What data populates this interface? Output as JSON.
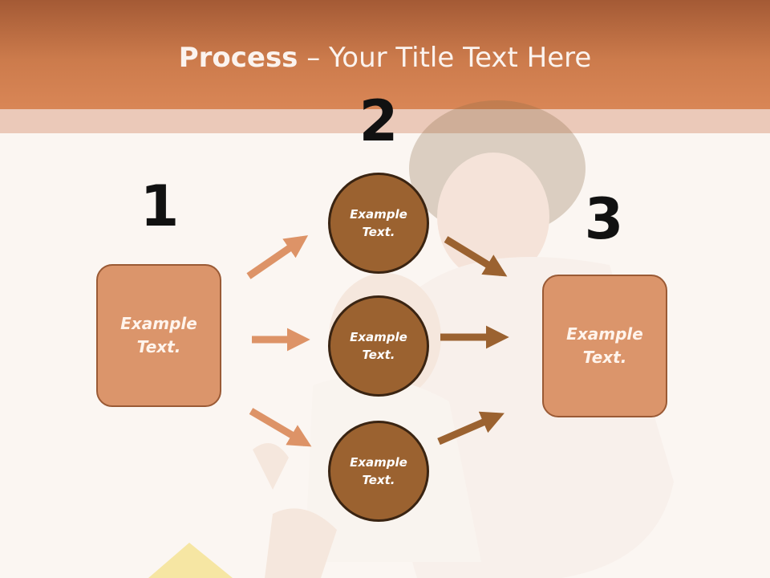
{
  "title": {
    "bold": "Process",
    "rest": " – Your Title Text Here"
  },
  "steps": {
    "one": {
      "number": "1",
      "text_line1": "Example",
      "text_line2": "Text."
    },
    "two": {
      "number": "2"
    },
    "three": {
      "number": "3",
      "text_line1": "Example",
      "text_line2": "Text."
    }
  },
  "circles": [
    {
      "line1": "Example",
      "line2": "Text."
    },
    {
      "line1": "Example",
      "line2": "Text."
    },
    {
      "line1": "Example",
      "line2": "Text."
    }
  ],
  "colors": {
    "header": "#cc7b4c",
    "box_fill": "#db956b",
    "circle_fill": "#9b6230",
    "left_arrows": "#dd9367",
    "right_arrows": "#9b6230"
  }
}
